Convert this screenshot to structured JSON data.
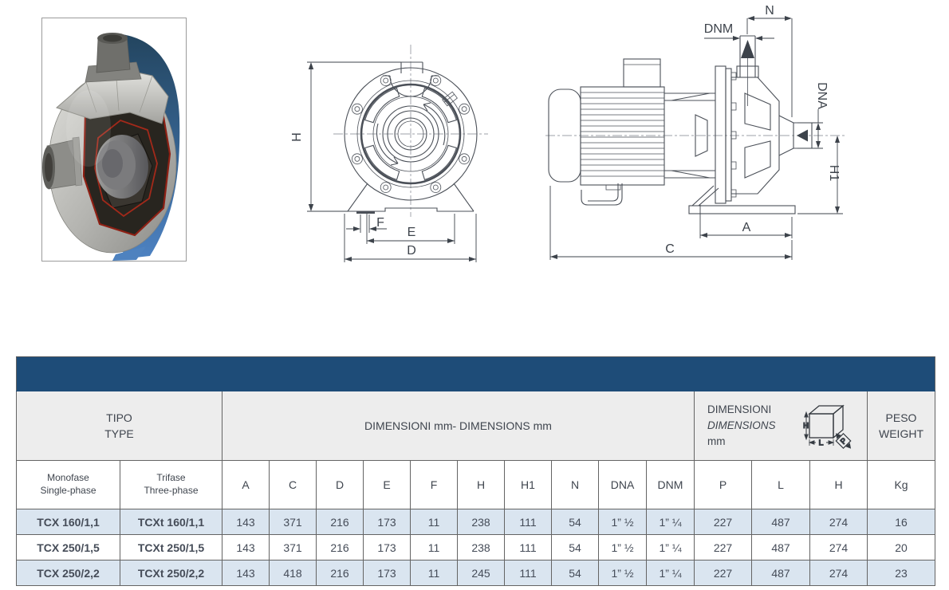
{
  "figures": {
    "front_view": {
      "h": "H",
      "f": "F",
      "e": "E",
      "d": "D"
    },
    "side_view": {
      "n": "N",
      "dnm": "DNM",
      "dna": "DNA",
      "h1": "H1",
      "a": "A",
      "c": "C"
    },
    "cube_icon": {
      "h": "H",
      "l": "L",
      "p": "P"
    }
  },
  "table": {
    "header": {
      "tipo_line1": "TIPO",
      "tipo_line2": "TYPE",
      "dimensions": "DIMENSIONI mm- DIMENSIONS mm",
      "dimbox_line1": "DIMENSIONI",
      "dimbox_line2": "DIMENSIONS",
      "dimbox_line3": "mm",
      "peso_line1": "PESO",
      "peso_line2": "WEIGHT"
    },
    "subheader": {
      "mono_line1": "Monofase",
      "mono_line2": "Single-phase",
      "tri_line1": "Trifase",
      "tri_line2": "Three-phase",
      "dims": [
        "A",
        "C",
        "D",
        "E",
        "F",
        "H",
        "H1",
        "N",
        "DNA",
        "DNM"
      ],
      "box_dims": [
        "P",
        "L",
        "H"
      ],
      "weight_unit": "Kg"
    },
    "rows": [
      {
        "mono": "TCX 160/1,1",
        "tri": "TCXt 160/1,1",
        "values": [
          "143",
          "371",
          "216",
          "173",
          "11",
          "238",
          "111",
          "54",
          "1” ½",
          "1” ¼",
          "227",
          "487",
          "274",
          "16"
        ]
      },
      {
        "mono": "TCX 250/1,5",
        "tri": "TCXt 250/1,5",
        "values": [
          "143",
          "371",
          "216",
          "173",
          "11",
          "238",
          "111",
          "54",
          "1” ½",
          "1” ¼",
          "227",
          "487",
          "274",
          "20"
        ]
      },
      {
        "mono": "TCX 250/2,2",
        "tri": "TCXt 250/2,2",
        "values": [
          "143",
          "418",
          "216",
          "173",
          "11",
          "245",
          "111",
          "54",
          "1” ½",
          "1” ¼",
          "227",
          "487",
          "274",
          "23"
        ]
      }
    ]
  }
}
